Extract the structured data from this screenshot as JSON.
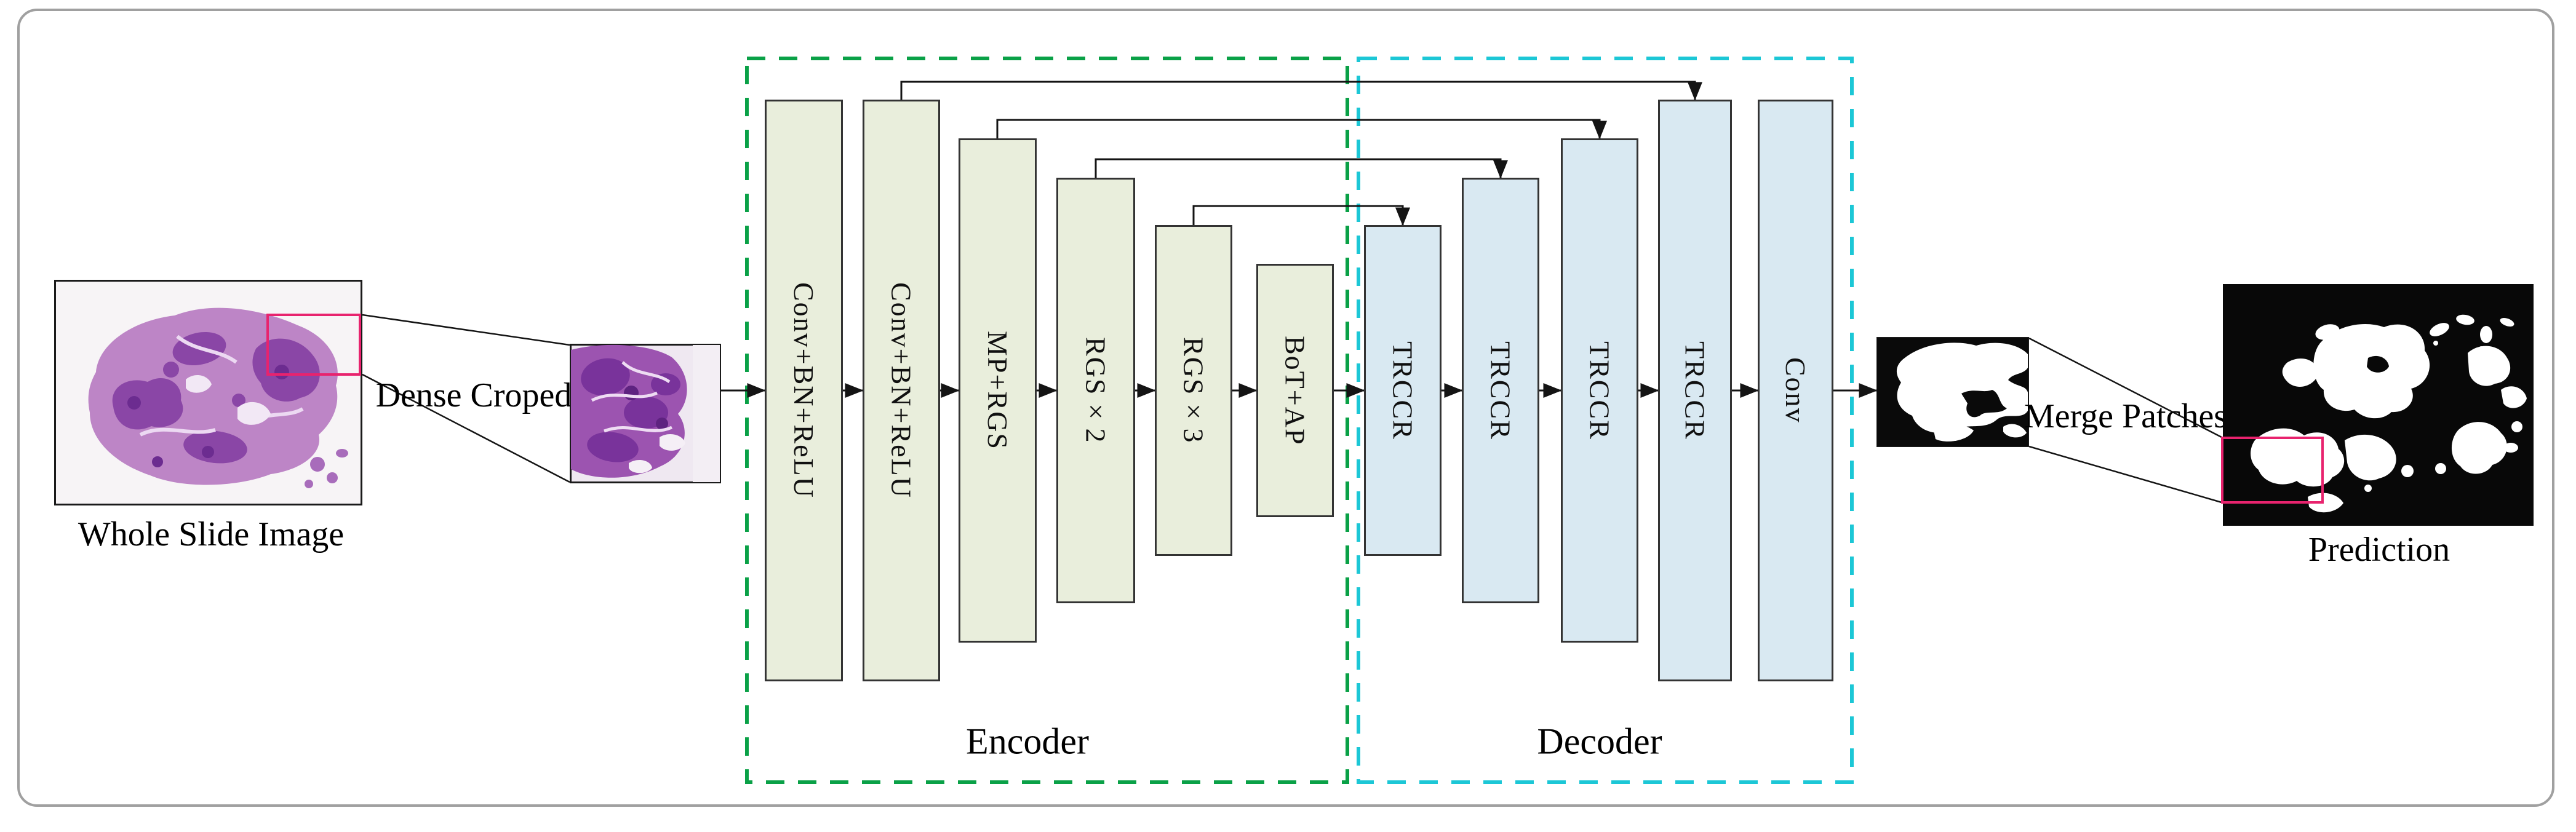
{
  "diagram": {
    "labels": {
      "wsi": "Whole Slide Image",
      "dense_crop": "Dense Croped",
      "merge": "Merge Patches",
      "prediction": "Prediction",
      "encoder": "Encoder",
      "decoder": "Decoder"
    },
    "encoder_blocks": [
      "Conv+BN+ReLU",
      "Conv+BN+ReLU",
      "MP+RGS",
      "RGS×2",
      "RGS×3",
      "BoT+AP"
    ],
    "decoder_blocks": [
      "TRCCR",
      "TRCCR",
      "TRCCR",
      "TRCCR",
      "Conv"
    ],
    "colors": {
      "encoder_fill": "#e9eedc",
      "decoder_fill": "#d9e9f2",
      "encoder_box_dash": "#0aa147",
      "decoder_box_dash": "#1cc7d6",
      "roi_highlight": "#e8236e",
      "connector": "#141414",
      "frame_border": "#a0a0a0"
    }
  }
}
